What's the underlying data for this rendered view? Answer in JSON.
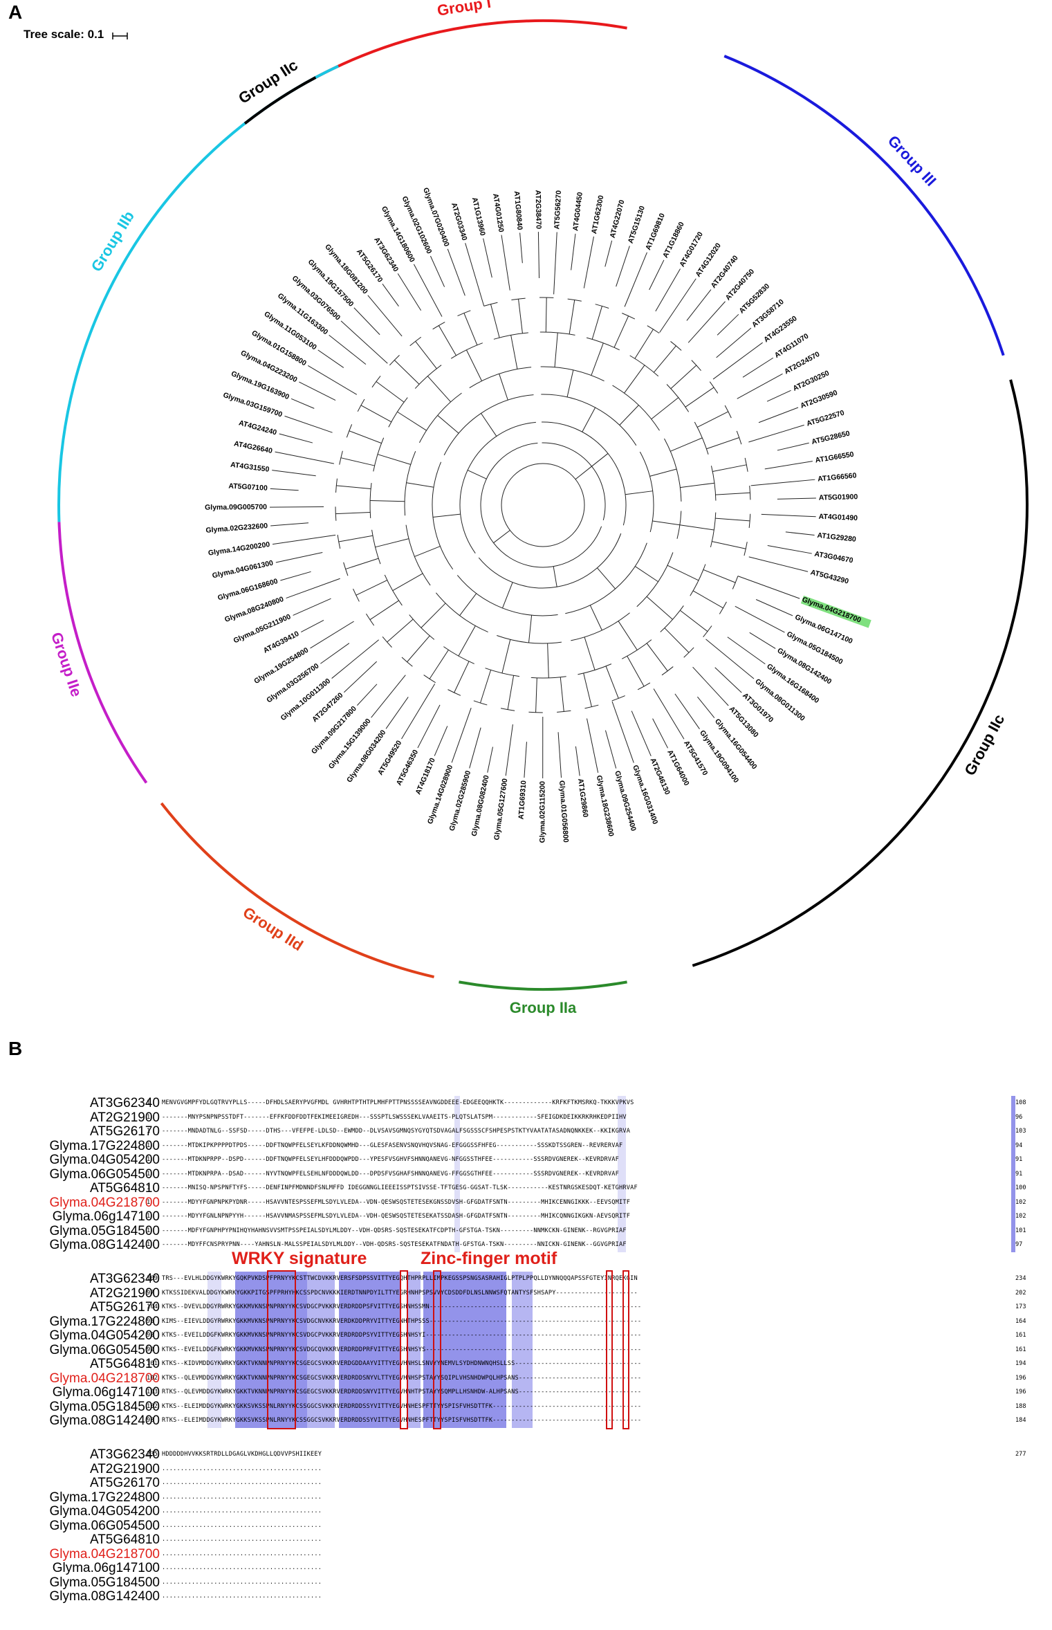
{
  "panels": {
    "a_label": "A",
    "b_label": "B"
  },
  "tree": {
    "scale_label": "Tree scale: 0.1",
    "groups": [
      {
        "name": "Group I",
        "color": "#e8191c"
      },
      {
        "name": "Group III",
        "color": "#1a1adc"
      },
      {
        "name": "Group IIc",
        "color": "#000000"
      },
      {
        "name": "Group IIa",
        "color": "#2b8a2b"
      },
      {
        "name": "Group IId",
        "color": "#e0401a"
      },
      {
        "name": "Group IIe",
        "color": "#c41ec8"
      },
      {
        "name": "Group IIb",
        "color": "#19c6e3"
      },
      {
        "name": "Group IIc",
        "color": "#000000"
      }
    ],
    "highlighted_leaf": "Glyma.04G218700",
    "highlight_color": "#7fe07f",
    "leaves": [
      "Glyma.04G218700",
      "Glyma.06G147100",
      "Glyma.05G184500",
      "Glyma.08G142400",
      "Glyma.16G168400",
      "Glyma.08G011300",
      "AT3G01970",
      "AT5G13080",
      "Glyma.16G054400",
      "Glyma.19G094100",
      "AT5G41570",
      "AT1G64000",
      "AT2G46130",
      "Glyma.16G031400",
      "Glyma.09G254400",
      "Glyma.18G238600",
      "AT1G29860",
      "Glyma.01G056800",
      "Glyma.02G115200",
      "AT1G69310",
      "Glyma.05G127600",
      "Glyma.08G082400",
      "Glyma.02G285900",
      "Glyma.14G028900",
      "AT4G18170",
      "AT5G46350",
      "AT5G49520",
      "Glyma.08G034200",
      "Glyma.15G139000",
      "Glyma.09G217800",
      "AT2G47260",
      "Glyma.10G011300",
      "Glyma.03G256700",
      "Glyma.19G254800",
      "AT4G39410",
      "Glyma.05G211900",
      "Glyma.08G240800",
      "Glyma.06G168600",
      "Glyma.04G061300",
      "Glyma.14G200200",
      "Glyma.02G232600",
      "Glyma.09G005700",
      "AT5G07100",
      "AT4G31550",
      "AT4G26640",
      "AT4G24240",
      "Glyma.03G159700",
      "Glyma.19G163900",
      "Glyma.04G223200",
      "Glyma.01G158800",
      "Glyma.11G053100",
      "Glyma.11G163300",
      "Glyma.03G076500",
      "Glyma.19G157500",
      "Glyma.18G081200",
      "AT5G26170",
      "AT3G62340",
      "Glyma.14G180600",
      "Glyma.02G102600",
      "Glyma.07G020400",
      "AT2G03340",
      "AT1G13960",
      "AT4G01250",
      "AT1G80840",
      "AT2G38470",
      "AT5G56270",
      "AT4G04450",
      "AT1G62300",
      "AT4G22070",
      "AT5G15130",
      "AT1G69810",
      "AT1G18860",
      "AT4G01720",
      "AT4G12020",
      "AT2G40740",
      "AT2G40750",
      "AT5G52830",
      "AT3G58710",
      "AT4G23550",
      "AT4G11070",
      "AT2G24570",
      "AT2G30250",
      "AT2G30590",
      "AT5G22570",
      "AT5G28650",
      "AT1G66550",
      "AT1G66560",
      "AT5G01900",
      "AT4G01490",
      "AT1G29280",
      "AT3G04670",
      "AT5G43290"
    ]
  },
  "alignment": {
    "motif_labels": [
      "WRKY signature",
      "Zinc-finger motif"
    ],
    "highlighted_seq": "Glyma.04G218700",
    "sequence_names": [
      "AT3G62340",
      "AT2G21900",
      "AT5G26170",
      "Glyma.17G224800",
      "Glyma.04G054200",
      "Glyma.06G054500",
      "AT5G64810",
      "Glyma.04G218700",
      "Glyma.06g147100",
      "Glyma.05G184500",
      "Glyma.08G142400"
    ],
    "block1": {
      "starts": [
        "1",
        "1",
        "1",
        "1",
        "1",
        "1",
        "1",
        "1",
        "1",
        "1",
        "1"
      ],
      "ends": [
        "108",
        "96",
        "103",
        "94",
        "91",
        "91",
        "100",
        "102",
        "102",
        "101",
        "97"
      ],
      "seqs": [
        "MENVGVGMPFYDLGQTRVYPLLS-----DFHDLSAERYPVGFMDL GVHRHTPTHTPLMHFPTTPNSSSSEAVNGDDEEE-EDGEEQQHKTK-------------KRFKFTKMSRKQ-TKKKVPKVS",
        "-------MNYPSNPNPSSTDFT-------EFFKFDDFDDTFEKIMEEIGREDH---SSSPTLSWSSSEKLVAAEITS-PLQTSLATSPM------------SFEIGDKDEIKKRKRHKEDPIIHV",
        "-------MNDADTNLG--SSFSD-----DTHS---VFEFPE-LDLSD--EWMDD--DLVSAVSGMNQSYGYQTSDVAGALFSGSSSCFSHPESPSTKTYVAATATASADNQNKKEK--KKIKGRVA",
        "-------MTDKIPKPPPPDTPDS-----DDFTNQWPFELSEYLKFDDNQWMHD---GLESFASENVSNQVHQVSNAG-EFGGGSSFHFEG-----------SSSKDTSSGREN--REVRERVAF",
        "-------MTDKNPRPP--DSPD------DDFTNQWPFELSEYLHFDDDQWPDD---YPESFVSGHVFSHNNQANEVG-NFGGSSTHFEE-----------SSSRDVGNEREK--KEVRDRVAF",
        "-------MTDKNPRPA--DSAD------NYVTNQWPFELSEHLNFDDDQWLDD---DPDSFVSGHAFSHNNQANEVG-FFGGSGTHFEE-----------SSSRDVGNEREK--KEVRDRVAF",
        "-------MNISQ-NPSPNFTYFS-----DENFINPFMDNNDFSNLMFFD IDEGGNNGLIEEEISSPTSIVSSE-TFTGESG-GGSAT-TLSK-----------KESTNRGSKESDQT-KETGHRVAF",
        "-------MDYYFGNPNPKPYDNR-----HSAVVNTESPSSEFMLSDYLVLEDA--VDN-QESWSQSTETESEKGNSSDVSH-GFGDATFSNTN---------MHIKCENNGIKKK--EEVSQMITF",
        "-------MDYYFGNLNPNPYYH------HSAVVNMASPSSEFMLSDYLVLEDA--VDH-QESWSQSTETESEKATSSDASH-GFGDATFSNTN---------MHIKCQNNGIKGKN-AEVSQRITF",
        "-------MDFYFGNPHPYPNIHQYHAHNSVVSMTPSSPEIALSDYLMLDDY--VDH-QDSRS-SQSTESEKATFCDPTH-GFSTGA-TSKN---------NNMKCKN-GINENK--RGVGPRIAF",
        "-------MDYFFCNSPRYPNN----YAHNSLN-MALSSPEIALSDYLMLDDY--VDH-QDSRS-SQSTESEKATFNDATH-GFSTGA-TSKN---------NNICKN-GINENK--GGVGPRIAF"
      ]
    },
    "block2": {
      "starts": [
        "109",
        "97",
        "104",
        "95",
        "92",
        "92",
        "101",
        "102",
        "103",
        "102",
        "98"
      ],
      "ends": [
        "234",
        "202",
        "173",
        "164",
        "161",
        "161",
        "194",
        "196",
        "196",
        "188",
        "184"
      ],
      "seqs": [
        "TRS---EVLHLDDGYKWRKYGQKPVKDSPFPRNYYKCSTTWCDVKKRVERSFSDPSSVITTYEGQHTHPRPLLIMPKEGSSPSNGSASRAHIGLPTPLPPQLLDYNNQQQAPSSFGTEYINRQEKGIN",
        "KTKSSIDEKVALDDGYKWRKYGKKPITGSPFPRHYHKCSSPDCNVKKKIERDTNNPDYILTTYEGRHNHPSPSVVYCDSDDFDLNSLNNWSFQTANTYSFSHSAPY----------------------",
        "KTKS--DVEVLDDGYRWRKYGKKMVKNSPNPRNYYKCSVDGCPVKKRVERDRDDPSFVITTYEGSHNHSSMN---------------------------------------------------------",
        "KIMS--EIEVLDDGYRWRKYGKKMVKNSPNPRNYYKCSVDGCNVKKRVERDKDDPRYVITTYEGNHTHPSSS---------------------------------------------------------",
        "KTKS--EVEILDDGFKWRKYGKKMVKNSPNPRNYYKCSVDGCPVKKRVERDRDDPSYVITTYEGSHNHSYI----------------------------------------------------------",
        "KTKS--EVEILDDGFKWRKYGKKMVKNSPNPRNYYKCSVDGCQVKKRVERDRDDPRFVITTYEGSHNHSYS----------------------------------------------------------",
        "KTKS--KIDVMDDGYKWRKYGKKTVKNNPNPRNYYKCSGEGCSVKKRVERDGDDAAYVITTYEGVHNHSLSNVYYNEMVLSYDHDNWNQHSLLSS----------------------------------",
        "KTKS--QLEVMDDGYKWRKYGKKTVKNNPNPRNYYKCSGEGCSVKKRVERDRDDSNYVLTTYEGVHNHSPSTAYYSQIPLVHSNHDWPQLHPSANS---------------------------------",
        "RTKS--QLEVMDDGYKWRKYGKKTVKNNPNPRNYYKCSGEGCSVKKRVERDRDDSNYVITTYEGVHNHTPSTAYYSQMPLLHSNHDW-ALHPSANS---------------------------------",
        "KTKS--ELEIMDDGYKWRKYGKKSVKSSPNLRNYYKCSSGGCSVKKRVERDRDDSSYVITTYEGVHNHESPFTTYYSPISFVHSDTTFK----------------------------------------",
        "RTKS--ELEIMDDGYKWRKYGKKSVKSSPNLRNYYKCSSGGCSVKKRVERDRDDSSYVITTYEGVHNHESPFTTYYSPISFVHSDTTFK----------------------------------------"
      ]
    },
    "block3": {
      "start": "235",
      "end": "277",
      "first_seq": "HDDDDDHVVKKSRTRDLLDGAGLVKDHGLLQDVVPSHIIKEEY",
      "dash_seq": "...........................................",
      "colors": {
        "dark_blue": "#3b3bd9",
        "mid_blue": "#7a7ae8",
        "light_blue": "#c4c4f2",
        "motif_red": "#d01010"
      }
    }
  }
}
